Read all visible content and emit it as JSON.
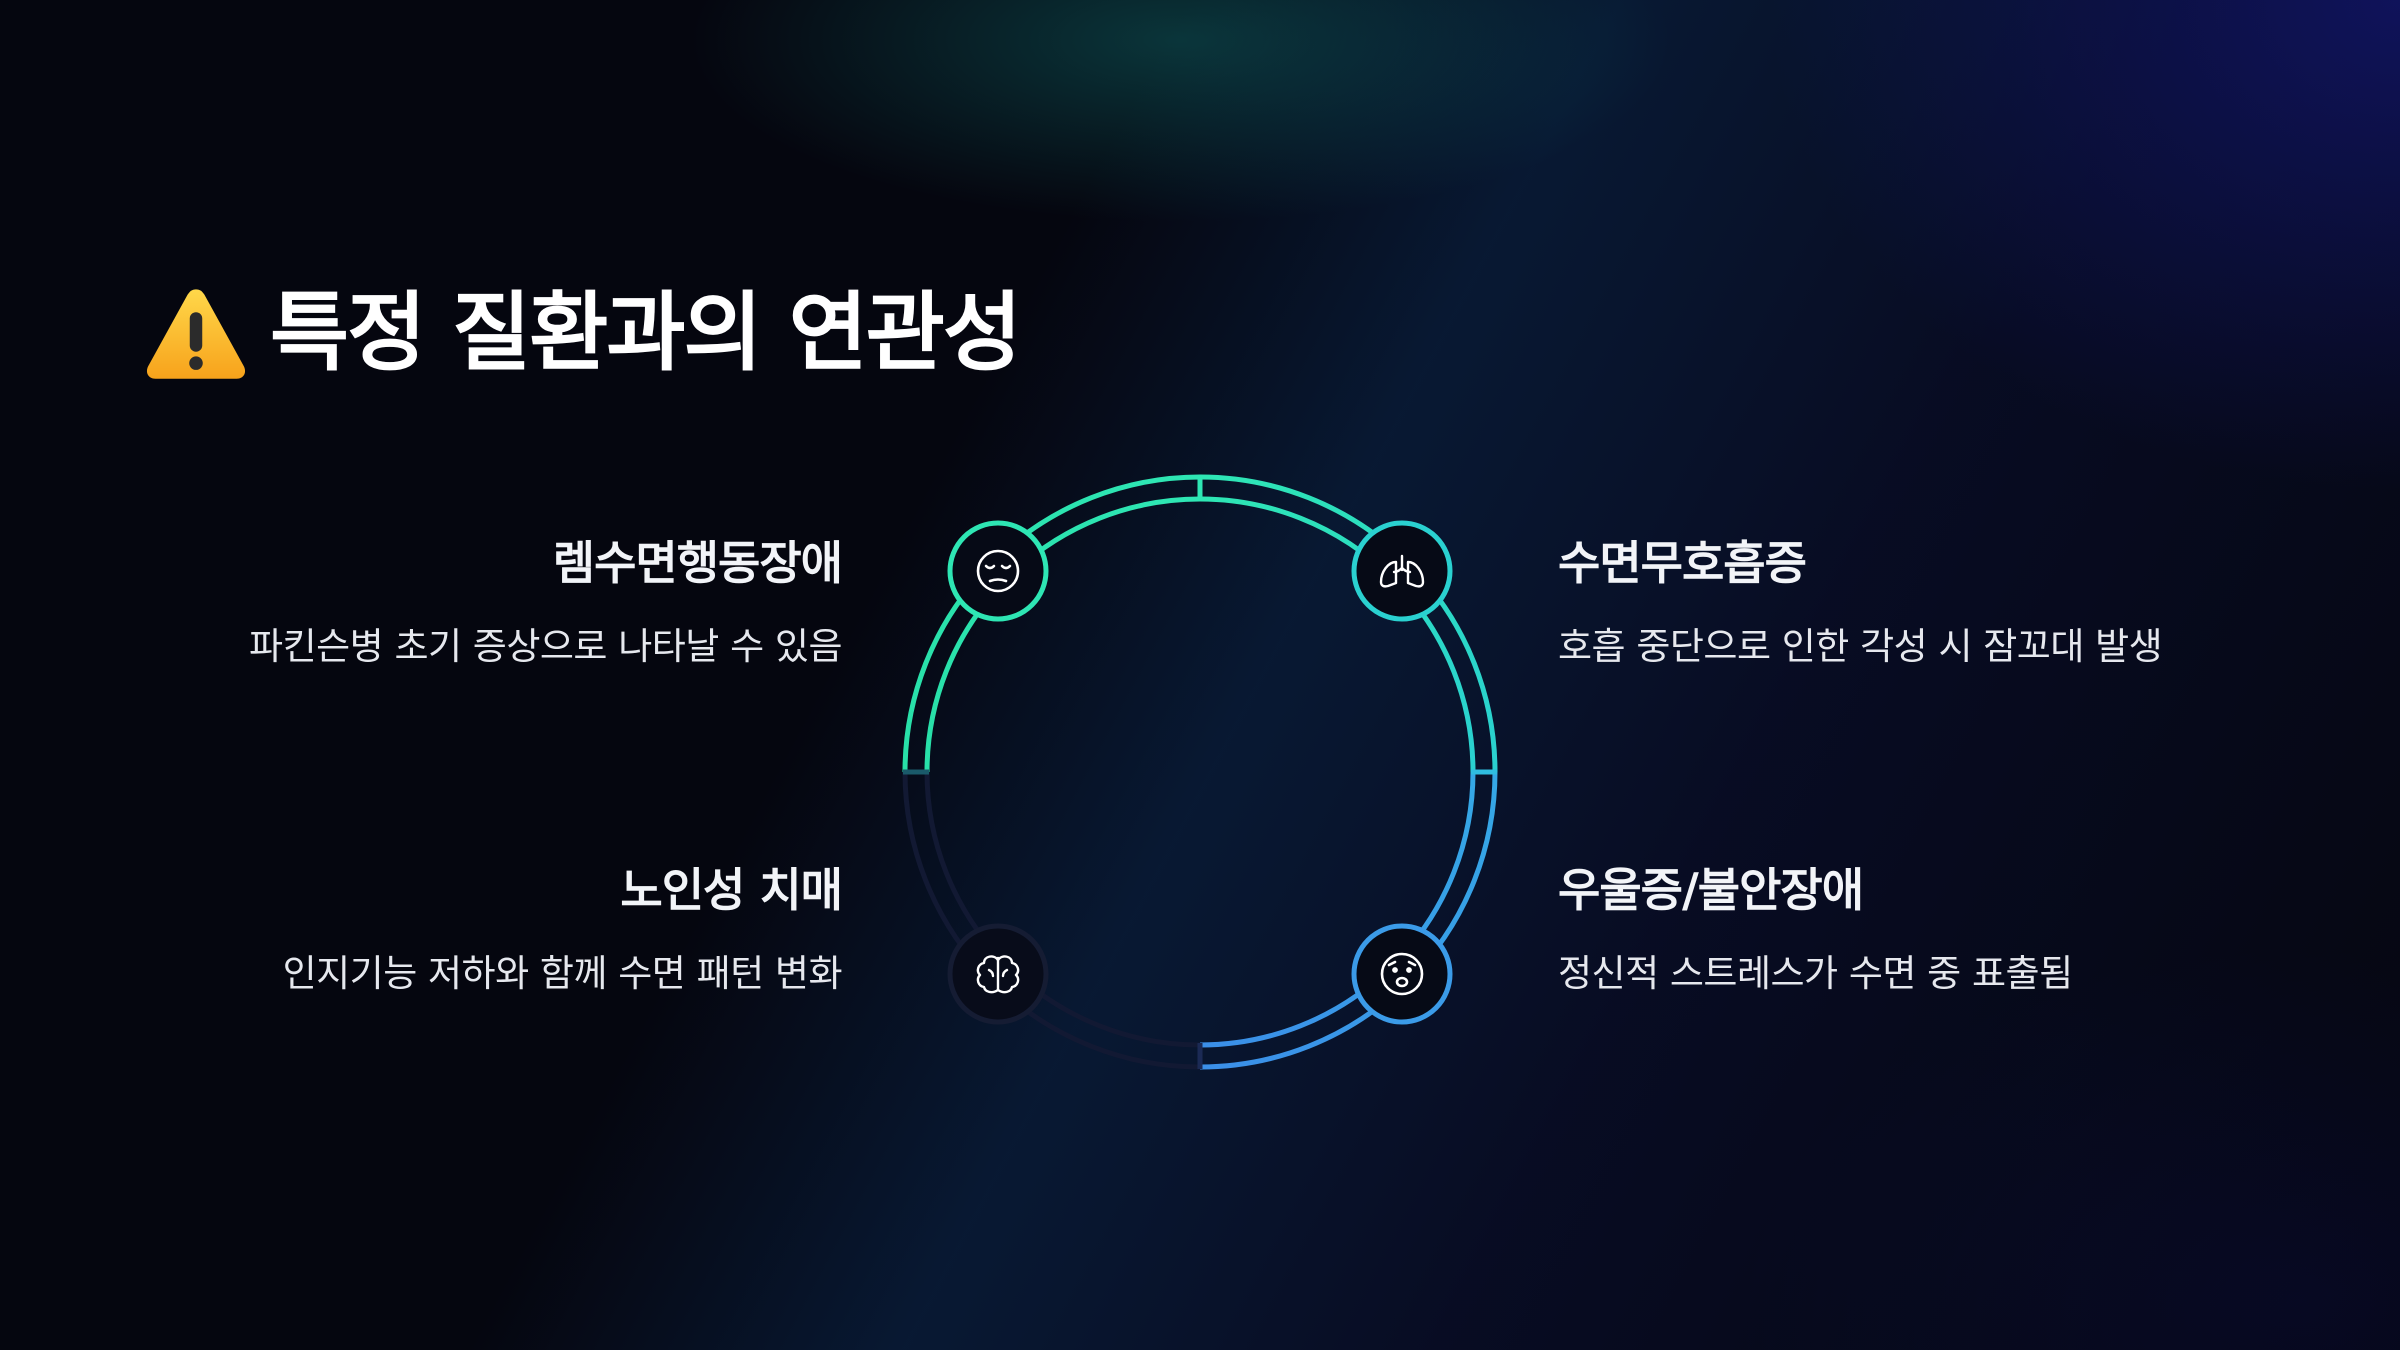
{
  "title": {
    "icon": "warning-icon",
    "text": "특정 질환과의 연관성"
  },
  "items": [
    {
      "title": "렘수면행동장애",
      "description": "파킨슨병 초기 증상으로 나타날 수 있음",
      "icon": "face-sleeping-icon",
      "color": "#2ee6b4",
      "active": true
    },
    {
      "title": "수면무호흡증",
      "description": "호흡 중단으로 인한 각성 시 잠꼬대 발생",
      "icon": "lungs-icon",
      "color": "#2ad1d0",
      "active": true
    },
    {
      "title": "우울증/불안장애",
      "description": "정신적 스트레스가 수면 중 표출됨",
      "icon": "face-worried-icon",
      "color": "#3b9be8",
      "active": true
    },
    {
      "title": "노인성 치매",
      "description": "인지기능 저하와 함께 수면 패턴 변화",
      "icon": "brain-icon",
      "color": "#1a2340",
      "active": false
    }
  ],
  "colors": {
    "background": "#05060f",
    "teal": "#2ee6b4",
    "cyan": "#2ad1d0",
    "blue": "#3b9be8",
    "inactive": "#151c33"
  }
}
